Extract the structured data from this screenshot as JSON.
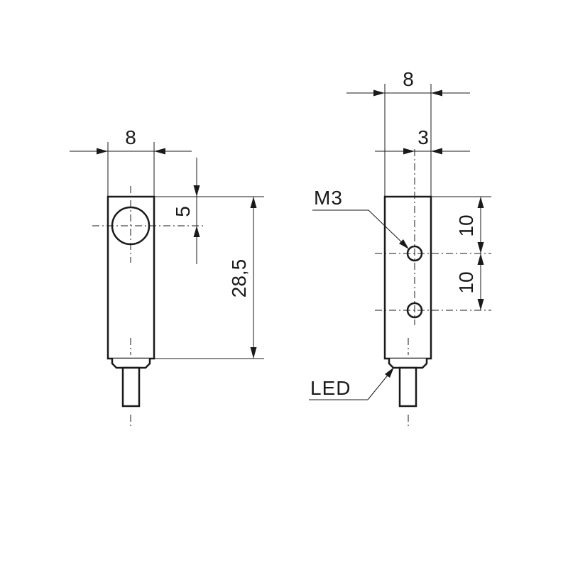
{
  "left_view": {
    "width_dim": "8",
    "hole_offset_dim": "5",
    "length_dim": "28,5"
  },
  "right_view": {
    "width_dim": "8",
    "hole_axis_dim": "3",
    "spacing_top_dim": "10",
    "spacing_bottom_dim": "10",
    "thread_label": "M3",
    "led_label": "LED"
  }
}
